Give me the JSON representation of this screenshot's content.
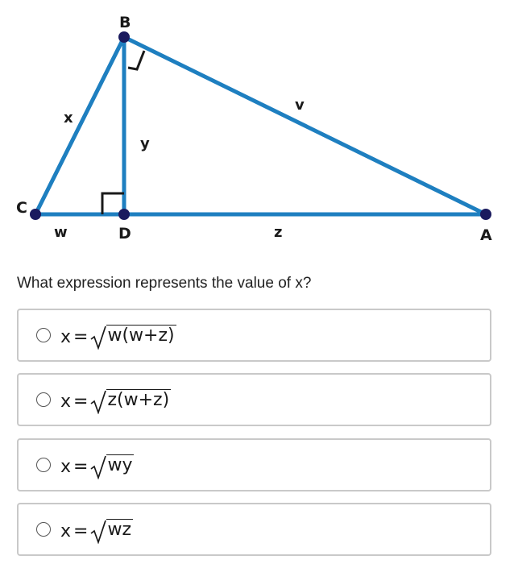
{
  "diagram": {
    "line_color": "#1e7fc0",
    "point_color": "#1a1a5e",
    "vertices": {
      "B": "B",
      "C": "C",
      "D": "D",
      "A": "A"
    },
    "sides": {
      "x": "x",
      "y": "y",
      "v": "v",
      "w": "w",
      "z": "z"
    }
  },
  "question": "What expression represents the value of x?",
  "choices": [
    {
      "lhs": "x",
      "eq": "=",
      "radicand": "w(w+z)"
    },
    {
      "lhs": "x",
      "eq": "=",
      "radicand": "z(w+z)"
    },
    {
      "lhs": "x",
      "eq": "=",
      "radicand": "wy"
    },
    {
      "lhs": "x",
      "eq": "=",
      "radicand": "wz"
    }
  ]
}
